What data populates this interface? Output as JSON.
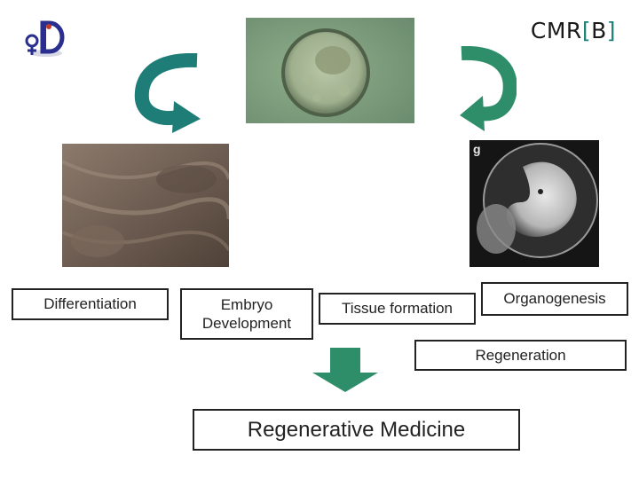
{
  "brand": {
    "prefix": "CMR",
    "bracket_open": "[",
    "letter": "B",
    "bracket_close": "]"
  },
  "colors": {
    "arrow_teal": "#1f7d78",
    "arrow_green": "#2f8e6a",
    "brand_accent": "#1f7d78"
  },
  "images": {
    "blastocyst": "blastocyst-micrograph",
    "tissue": "tissue-culture-micrograph",
    "embryo": "embryo-photo",
    "embryo_corner_label": "g"
  },
  "boxes": {
    "differentiation": "Differentiation",
    "embryo_development": "Embryo\nDevelopment",
    "tissue_formation": "Tissue formation",
    "organogenesis": "Organogenesis",
    "regeneration": "Regeneration",
    "regenerative_medicine": "Regenerative Medicine"
  }
}
